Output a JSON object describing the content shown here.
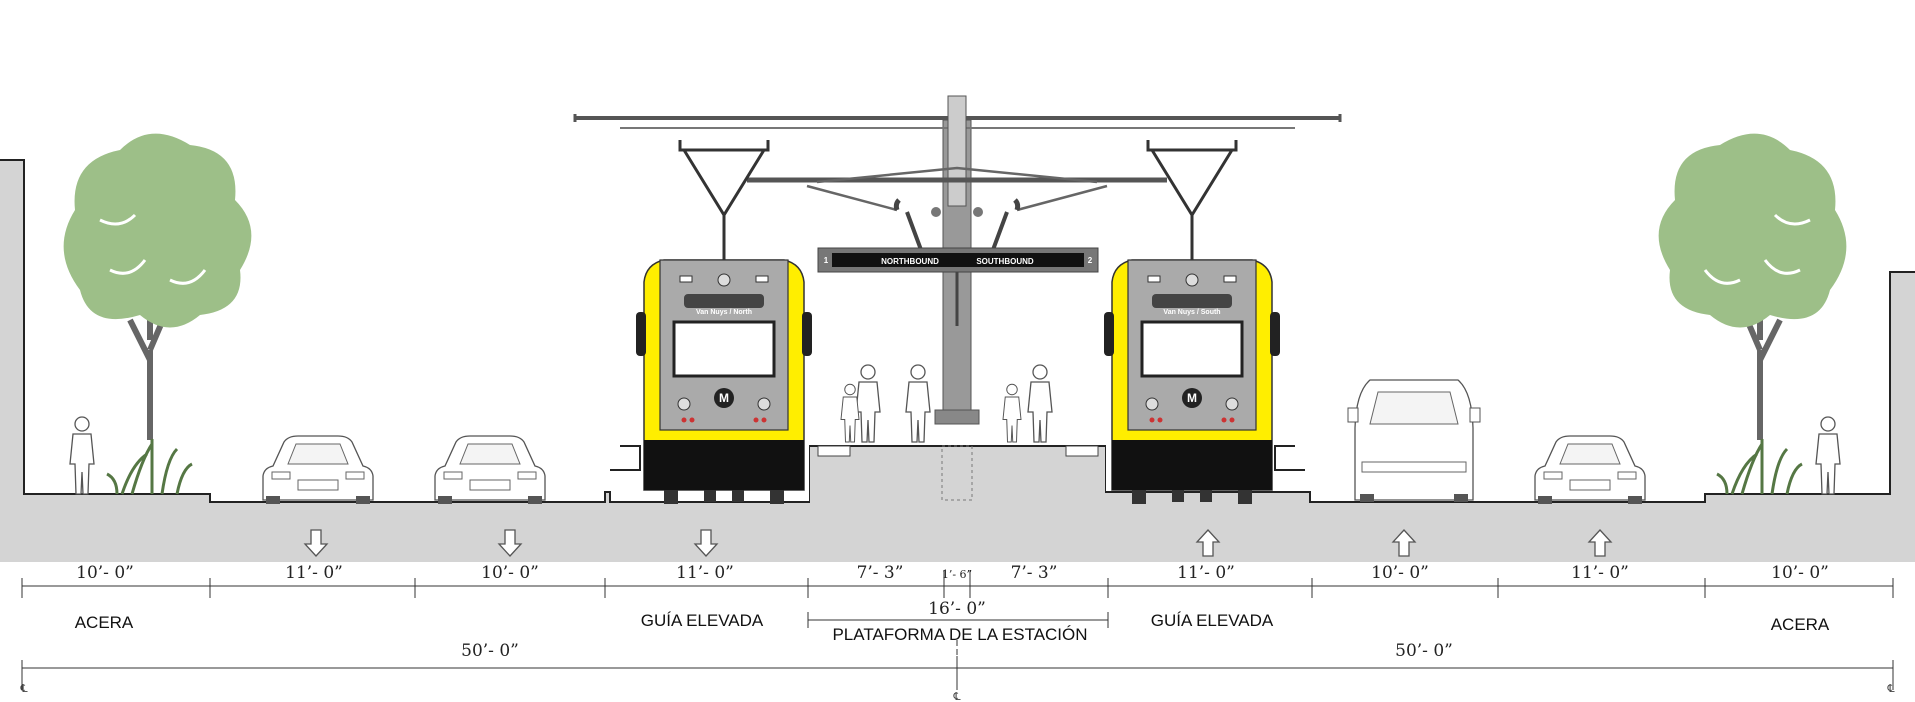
{
  "sign": {
    "left_number": "1",
    "left_text": "NORTHBOUND",
    "right_text": "SOUTHBOUND",
    "right_number": "2"
  },
  "trains": [
    {
      "destination": "Van Nuys / North",
      "logo": "M"
    },
    {
      "destination": "Van Nuys / South",
      "logo": "M"
    }
  ],
  "lane_widths": [
    "10’- 0”",
    "11’- 0”",
    "10’- 0”",
    "11’- 0”",
    "7’- 3”",
    "1’- 6”",
    "7’- 3”",
    "11’- 0”",
    "10’- 0”",
    "11’- 0”",
    "10’- 0”"
  ],
  "platform_total": "16’- 0”",
  "half_totals": [
    "50’- 0”",
    "50’- 0”"
  ],
  "labels": {
    "sidewalk_left": "ACERA",
    "guideway_left": "GUÍA ELEVADA",
    "platform": "PLATAFORMA DE LA ESTACIÓN",
    "guideway_right": "GUÍA ELEVADA",
    "sidewalk_right": "ACERA"
  },
  "centerline_marks": [
    "℄",
    "℄",
    "℄"
  ],
  "colors": {
    "tree": "#9dbf88",
    "train_yellow": "#ffee00",
    "train_black": "#111111",
    "ground": "#d4d4d4"
  },
  "icons": [
    "tree",
    "pedestrian",
    "car",
    "bus-van",
    "train-front",
    "canopy",
    "arrow-down",
    "arrow-up"
  ]
}
